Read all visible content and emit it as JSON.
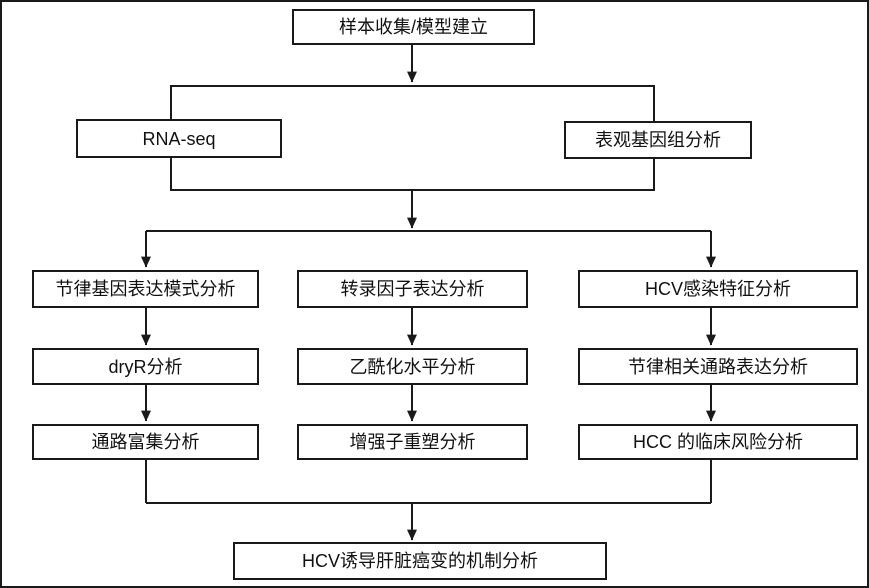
{
  "flowchart": {
    "top": {
      "label": "样本收集/模型建立"
    },
    "sequencing_group": {
      "rna_seq": {
        "label": "RNA-seq"
      },
      "epigenome": {
        "label": "表观基因组分析"
      }
    },
    "columns": {
      "left": {
        "step1": "节律基因表达模式分析",
        "step2": "dryR分析",
        "step3": "通路富集分析"
      },
      "middle": {
        "step1": "转录因子表达分析",
        "step2": "乙酰化水平分析",
        "step3": "增强子重塑分析"
      },
      "right": {
        "step1": "HCV感染特征分析",
        "step2": "节律相关通路表达分析",
        "step3": "HCC 的临床风险分析"
      }
    },
    "bottom": {
      "label": "HCV诱导肝脏癌变的机制分析"
    }
  },
  "colors": {
    "line": "#1a1a1a",
    "background": "#ffffff",
    "box_fill": "#ffffff",
    "text": "#111111"
  }
}
